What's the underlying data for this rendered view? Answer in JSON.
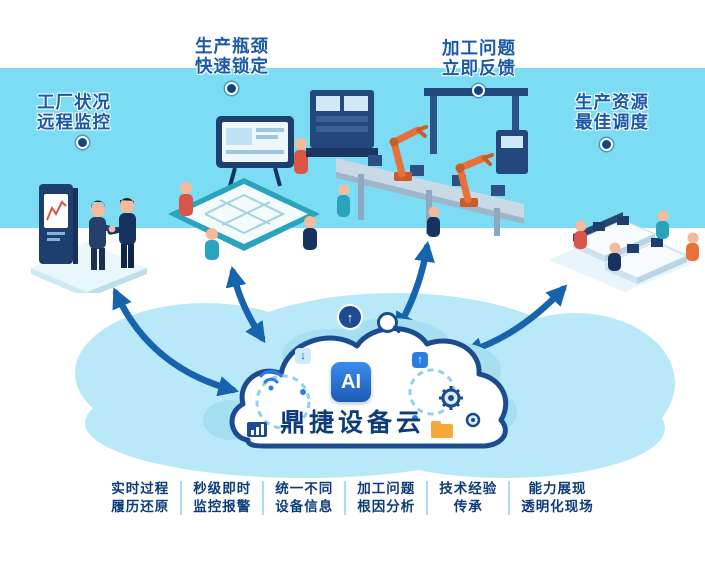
{
  "callouts": [
    {
      "line1": "工厂状况",
      "line2": "远程监控"
    },
    {
      "line1": "生产瓶颈",
      "line2": "快速锁定"
    },
    {
      "line1": "加工问题",
      "line2": "立即反馈"
    },
    {
      "line1": "生产资源",
      "line2": "最佳调度"
    }
  ],
  "cloud": {
    "ai_label": "AI",
    "title": "鼎捷设备云"
  },
  "features": [
    {
      "line1": "实时过程",
      "line2": "履历还原"
    },
    {
      "line1": "秒级即时",
      "line2": "监控报警"
    },
    {
      "line1": "统一不同",
      "line2": "设备信息"
    },
    {
      "line1": "加工问题",
      "line2": "根因分析"
    },
    {
      "line1": "技术经验",
      "line2": "传承"
    },
    {
      "line1": "能力展现",
      "line2": "透明化现场"
    }
  ],
  "icons": {
    "arrow_up": "↑",
    "arrow_down": "↓"
  },
  "colors": {
    "band": "#7bdcf4",
    "blob": "#b9e9f8",
    "navy": "#0d3c78",
    "callout_text": "#1a58a8",
    "arrow": "#1763ad",
    "cloud_outline": "#1c4c8f",
    "robot_orange": "#e8703a",
    "teal": "#2aa3bd",
    "accent_red": "#d95549",
    "folder_orange": "#f3a93c"
  }
}
